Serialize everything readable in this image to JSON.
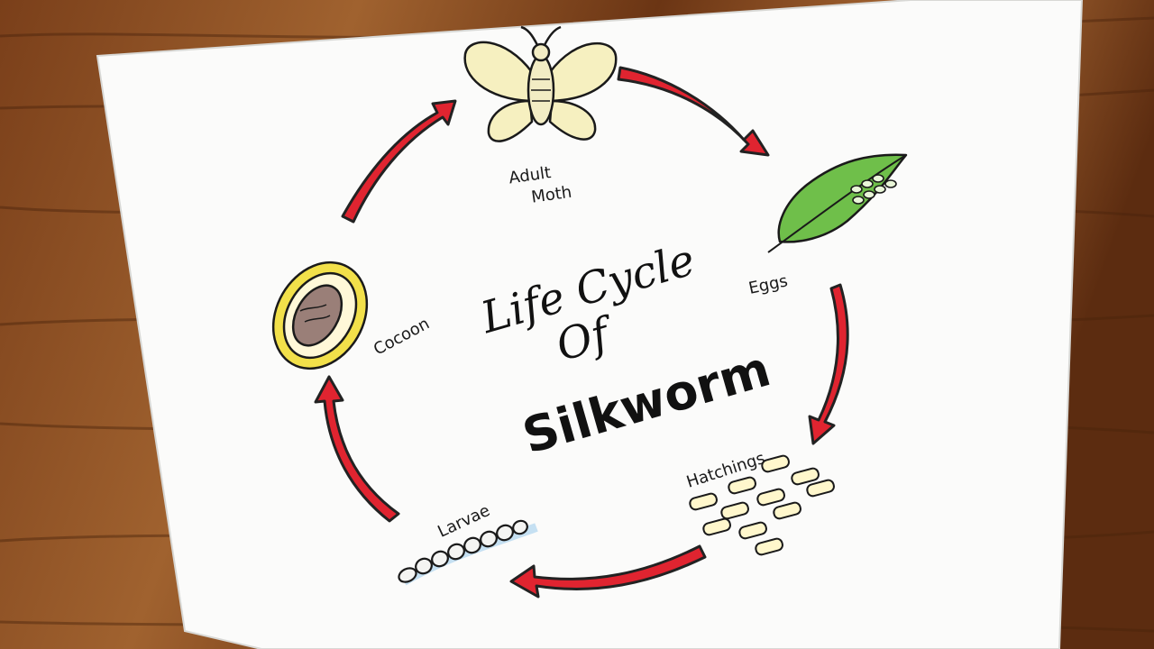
{
  "title": {
    "line1": "Life Cycle",
    "line2": "Of",
    "line3": "Silkworm"
  },
  "stages": [
    {
      "id": "adult-moth",
      "label_line1": "Adult",
      "label_line2": "Moth"
    },
    {
      "id": "eggs",
      "label_line1": "Eggs",
      "label_line2": ""
    },
    {
      "id": "hatchings",
      "label_line1": "Hatchings",
      "label_line2": ""
    },
    {
      "id": "larvae",
      "label_line1": "Larvae",
      "label_line2": ""
    },
    {
      "id": "cocoon",
      "label_line1": "Cocoon",
      "label_line2": ""
    }
  ],
  "colors": {
    "arrow": "#e02430",
    "paper": "#fbfbfa",
    "wood_dark": "#5a2e12",
    "wood_light": "#9a5a2c",
    "leaf": "#6fbf4a",
    "cocoon_outer": "#f2e04a",
    "cocoon_inner": "#9a7f78",
    "moth_wing": "#f6f0c0"
  }
}
